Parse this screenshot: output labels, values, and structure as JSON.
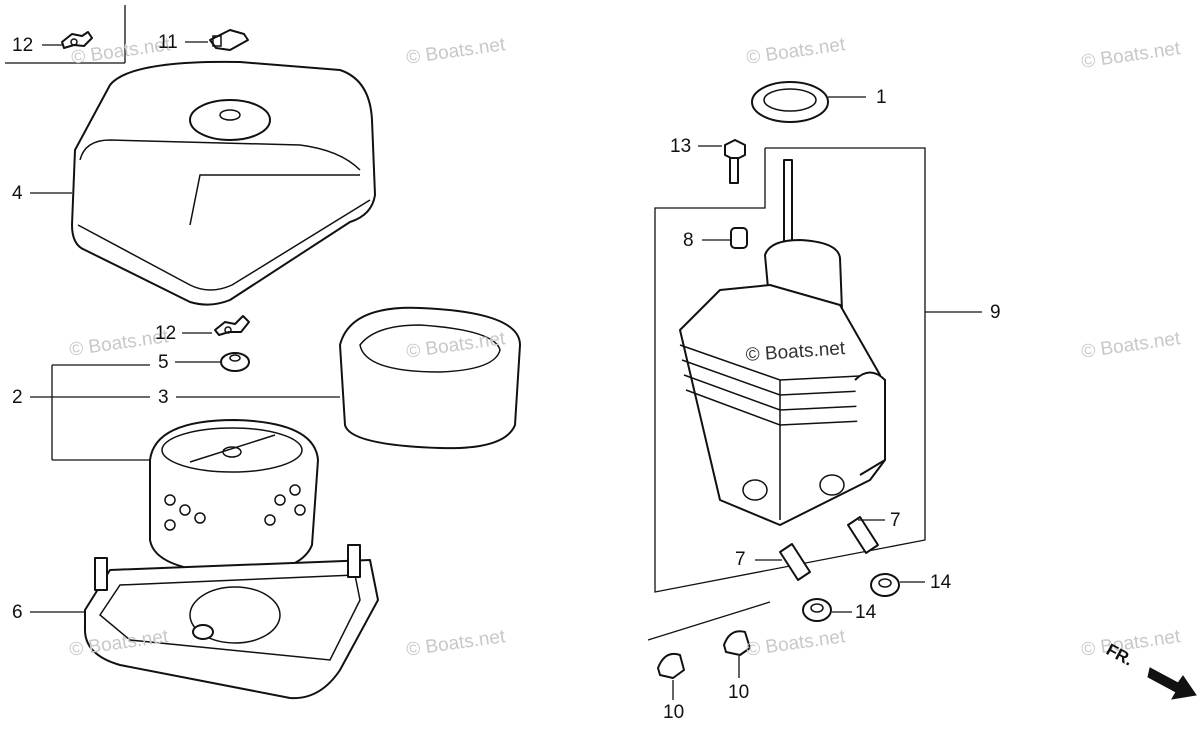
{
  "watermark": "© Boats.net",
  "direction_label": "FR.",
  "callouts": {
    "c1": "1",
    "c2": "2",
    "c3": "3",
    "c4": "4",
    "c5": "5",
    "c6": "6",
    "c7a": "7",
    "c7b": "7",
    "c8": "8",
    "c9": "9",
    "c10a": "10",
    "c10b": "10",
    "c11": "11",
    "c12a": "12",
    "c12b": "12",
    "c13": "13",
    "c14a": "14",
    "c14b": "14"
  }
}
